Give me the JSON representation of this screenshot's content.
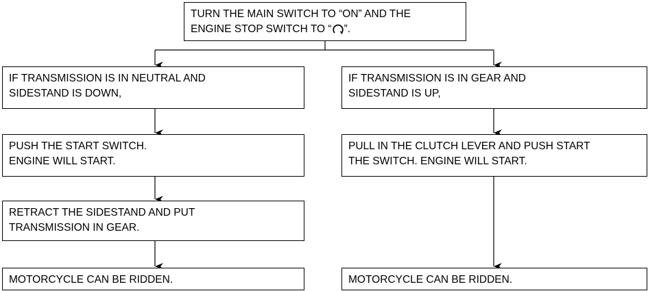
{
  "diagram": {
    "top": {
      "line1": "TURN THE MAIN SWITCH TO “ON” AND THE",
      "line2_before": "ENGINE STOP SWITCH TO “",
      "line2_symbol": "engine-run-symbol",
      "line2_after": "”."
    },
    "left": [
      {
        "line1": "IF TRANSMISSION IS IN NEUTRAL AND",
        "line2": "SIDESTAND IS DOWN,"
      },
      {
        "line1": "PUSH THE START SWITCH.",
        "line2": "ENGINE WILL START."
      },
      {
        "line1": "RETRACT THE SIDESTAND AND PUT",
        "line2": "TRANSMISSION IN GEAR."
      },
      {
        "line1": "MOTORCYCLE CAN BE RIDDEN."
      }
    ],
    "right": [
      {
        "line1": "IF TRANSMISSION IS IN GEAR AND",
        "line2": "SIDESTAND IS UP,"
      },
      {
        "line1": "PULL IN THE CLUTCH LEVER AND PUSH START",
        "line2": "THE SWITCH. ENGINE WILL START."
      },
      {
        "line1": "MOTORCYCLE CAN BE RIDDEN."
      }
    ],
    "colors": {
      "line": "#000000",
      "background": "#ffffff"
    }
  }
}
